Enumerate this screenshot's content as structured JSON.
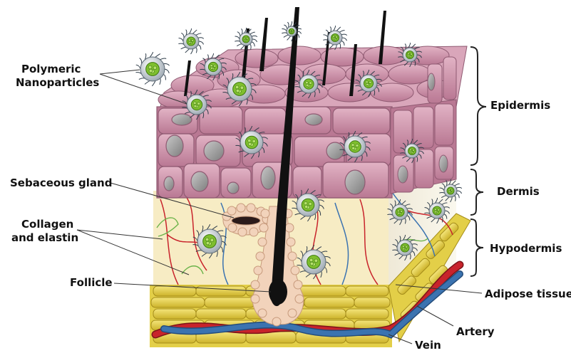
{
  "labels": {
    "polymeric_nanoparticles": [
      "Polymeric",
      "Nanoparticles"
    ],
    "sebaceous_gland": "Sebaceous gland",
    "collagen_elastin": [
      "Collagen",
      "and elastin"
    ],
    "follicle": "Follicle",
    "epidermis": "Epidermis",
    "dermis": "Dermis",
    "hypodermis": "Hypodermis",
    "adipose_tissue": "Adipose tissue",
    "artery": "Artery",
    "vein": "Vein"
  },
  "colors": {
    "epidermis_cell": "#cc8fa6",
    "cell_nucleus": "#9a9a9a",
    "dermis_matrix": "#f7ecc4",
    "adipose": "#e2cf45",
    "artery": "#c8232b",
    "vein": "#3b73b0",
    "nanoparticle_core": "#7fbf2e",
    "hair": "#111111",
    "gland": "#f2d3bb"
  }
}
